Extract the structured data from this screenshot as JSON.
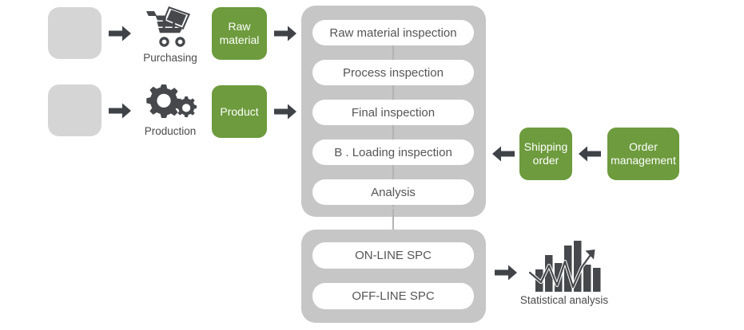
{
  "colors": {
    "green": "#6d9b3d",
    "panel_gray": "#c6c6c6",
    "placeholder_gray": "#d5d5d5",
    "arrow_dark": "#3f4247",
    "pill_text": "#555555",
    "caption_text": "#4a4a4a",
    "connector": "#b3b3b3",
    "white": "#ffffff"
  },
  "inputs": [
    {
      "placeholder_name": "purchasing-placeholder",
      "icon": "shopping-cart-icon",
      "caption": "Purchasing",
      "stage_label": "Raw\nmaterial",
      "stage_line1": "Raw",
      "stage_line2": "material"
    },
    {
      "placeholder_name": "production-placeholder",
      "icon": "gears-icon",
      "caption": "Production",
      "stage_label": "Product",
      "stage_line1": "Product",
      "stage_line2": ""
    }
  ],
  "inspection_panel": {
    "name": "inspection-panel",
    "steps": [
      {
        "label": "Raw material inspection"
      },
      {
        "label": "Process inspection"
      },
      {
        "label": "Final inspection"
      },
      {
        "label": "B . Loading inspection"
      },
      {
        "label": "Analysis"
      }
    ]
  },
  "spc_panel": {
    "name": "spc-panel",
    "steps": [
      {
        "label": "ON-LINE SPC"
      },
      {
        "label": "OFF-LINE SPC"
      }
    ]
  },
  "order_flow": [
    {
      "line1": "Shipping",
      "line2": "order"
    },
    {
      "line1": "Order",
      "line2": "management"
    }
  ],
  "output": {
    "icon": "bar-chart-trend-icon",
    "caption": "Statistical analysis"
  },
  "arrows": {
    "right": "arrow-right-icon",
    "left": "arrow-left-icon"
  },
  "chart_icon": {
    "bars": [
      28,
      46,
      36,
      58,
      68,
      34,
      30
    ],
    "trend": "zigzag-up"
  }
}
